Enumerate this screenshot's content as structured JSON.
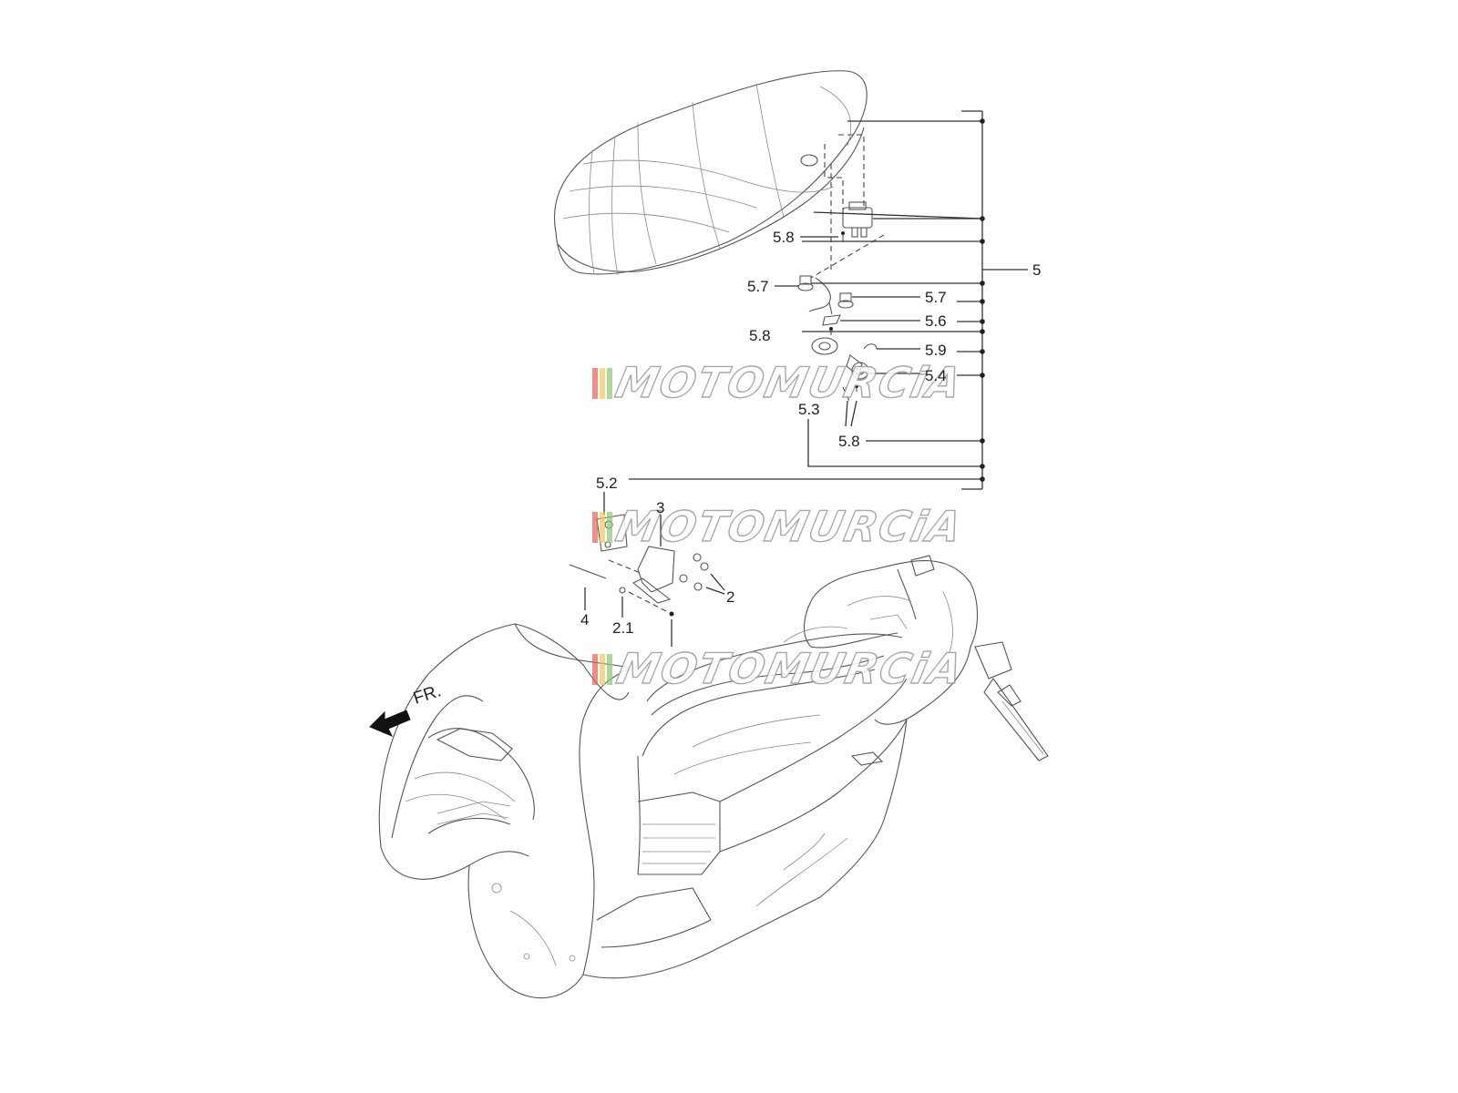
{
  "callouts": {
    "c5": "5",
    "c58_top": "5.8",
    "c57_left": "5.7",
    "c57_right": "5.7",
    "c56": "5.6",
    "c58_mid": "5.8",
    "c59": "5.9",
    "c54": "5.4",
    "c53": "5.3",
    "c58_bottom": "5.8",
    "c52": "5.2",
    "c3": "3",
    "c2": "2",
    "c4": "4",
    "c21": "2.1"
  },
  "direction": {
    "label": "FR."
  },
  "watermark": {
    "text": "MOTOMURCiA",
    "stripe_colors": [
      "#e8605a",
      "#f0c85a",
      "#8cc870"
    ]
  }
}
